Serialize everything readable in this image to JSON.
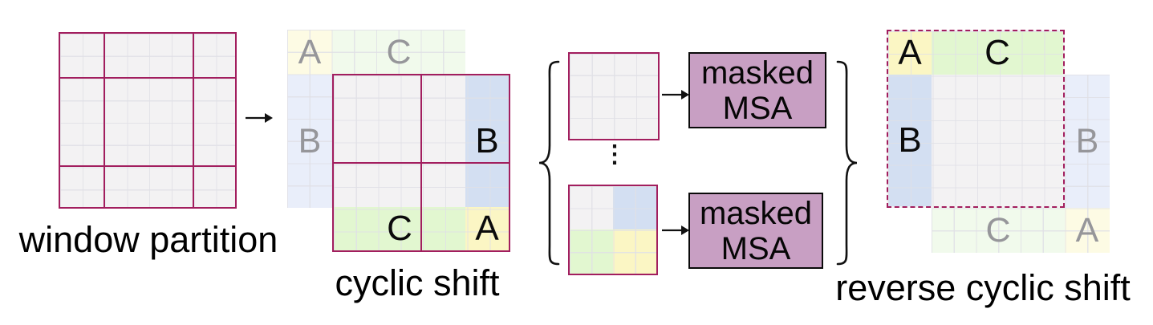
{
  "captions": {
    "window_partition": "window partition",
    "cyclic_shift": "cyclic shift",
    "reverse_cyclic_shift": "reverse cyclic shift"
  },
  "labels": {
    "a": "A",
    "b": "B",
    "c": "C"
  },
  "msa": {
    "line1": "masked",
    "line2": "MSA"
  },
  "ellipsis": "⋮",
  "colors": {
    "window_line_magenta": "#a21e5e",
    "cell_gray": "#f3f2f3",
    "region_blue": "#d3dff2",
    "region_green": "#e2f7d0",
    "region_yellow": "#fbf6c4",
    "ghost_blue": "#e9eefa",
    "ghost_green": "#f1faec",
    "ghost_yellow": "#fdfbe4",
    "msa_box_fill": "#c89fc3",
    "ghost_label_gray": "#96969a",
    "text_black": "#000000"
  }
}
